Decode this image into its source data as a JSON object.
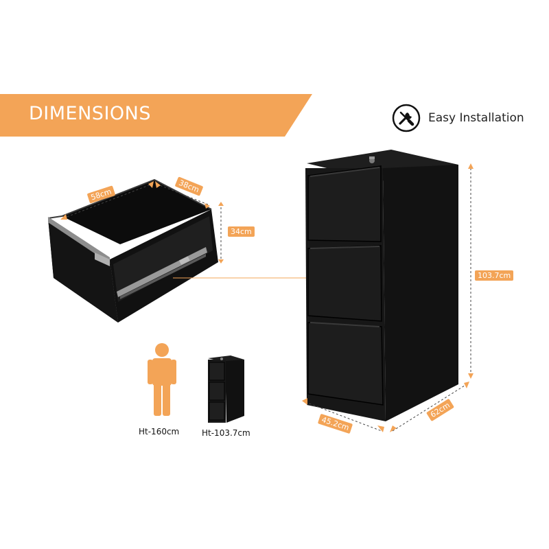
{
  "banner": {
    "title": "DIMENSIONS",
    "color": "#f3a457"
  },
  "install": {
    "label": "Easy Installation",
    "icon": "tools-icon"
  },
  "drawer": {
    "width": "58cm",
    "depth": "38cm",
    "height": "34cm"
  },
  "cabinet": {
    "height": "103.7cm",
    "width": "45.2cm",
    "depth": "62cm"
  },
  "comparison": {
    "person": "Ht-160cm",
    "cabinet": "Ht-103.7cm"
  },
  "colors": {
    "accent": "#f3a457",
    "cabinet": "#151515"
  }
}
